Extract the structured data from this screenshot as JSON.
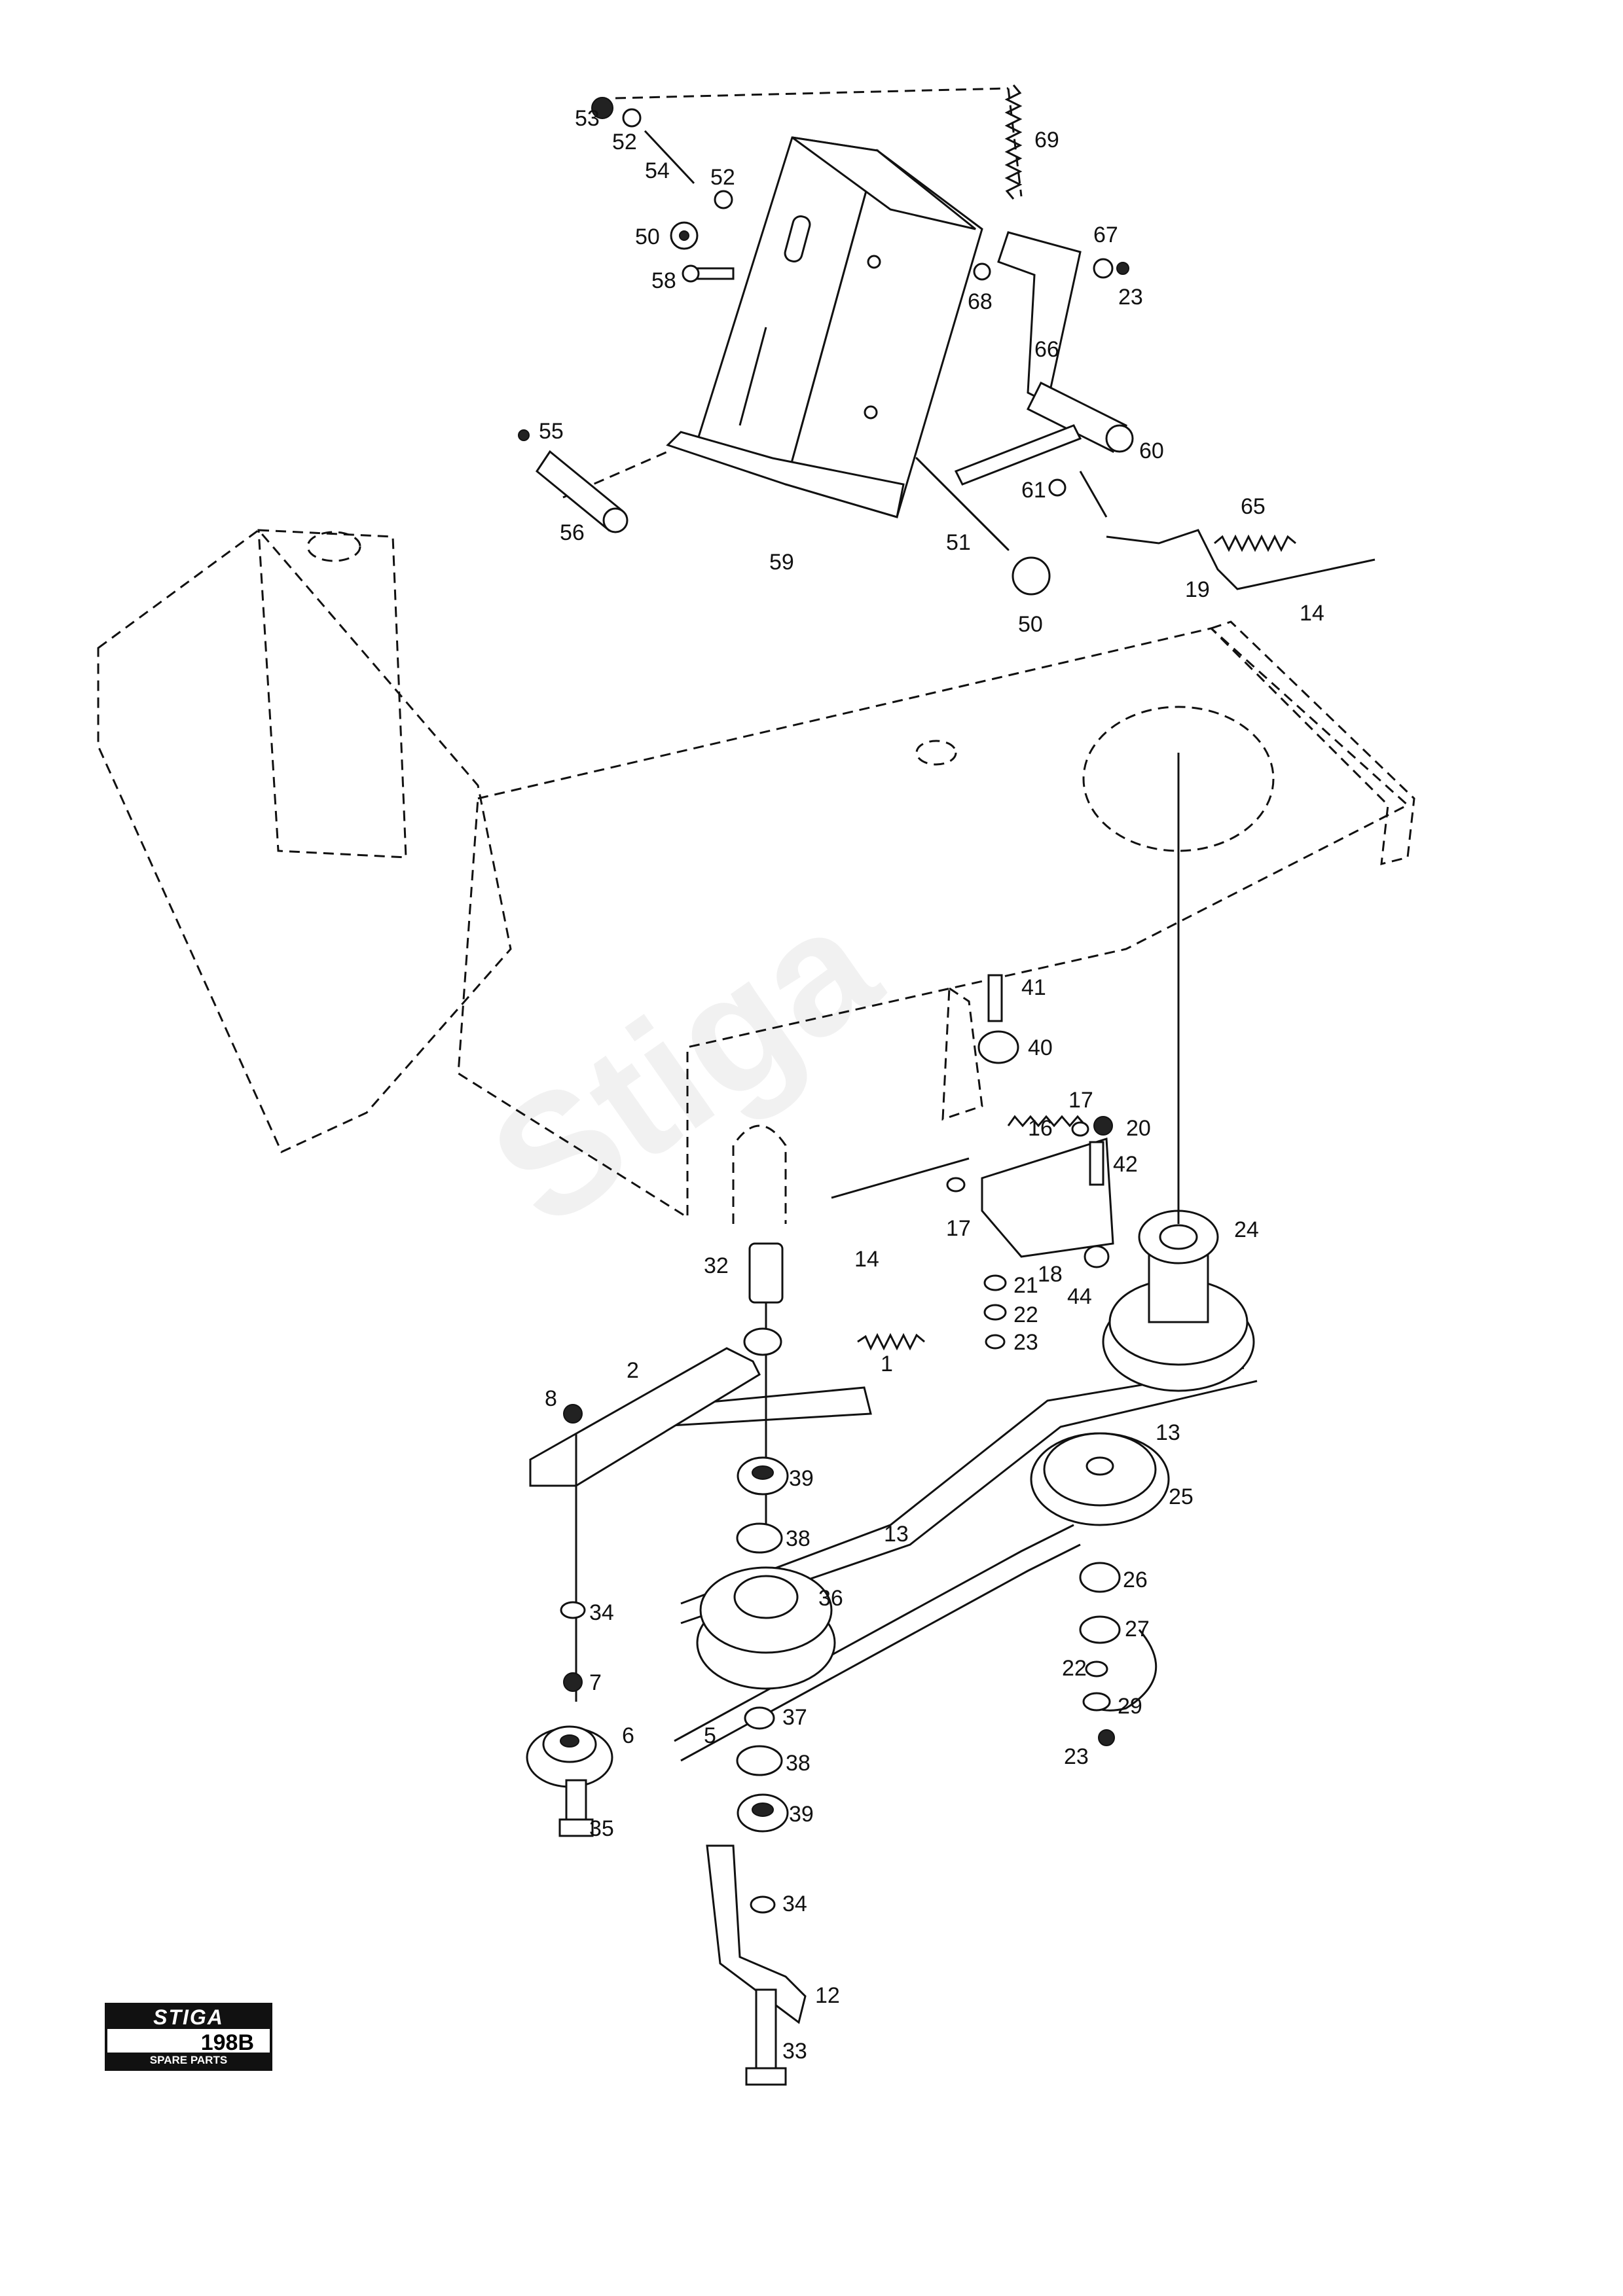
{
  "logo": {
    "brand": "STIGA",
    "model": "198B",
    "subtitle": "SPARE PARTS"
  },
  "watermark": "Stiga",
  "callouts": [
    {
      "id": "c53",
      "text": "53"
    },
    {
      "id": "c52a",
      "text": "52"
    },
    {
      "id": "c54",
      "text": "54"
    },
    {
      "id": "c52b",
      "text": "52"
    },
    {
      "id": "c50a",
      "text": "50"
    },
    {
      "id": "c58",
      "text": "58"
    },
    {
      "id": "c69",
      "text": "69"
    },
    {
      "id": "c67",
      "text": "67"
    },
    {
      "id": "c68",
      "text": "68"
    },
    {
      "id": "c23a",
      "text": "23"
    },
    {
      "id": "c66",
      "text": "66"
    },
    {
      "id": "c60",
      "text": "60"
    },
    {
      "id": "c61",
      "text": "61"
    },
    {
      "id": "c55",
      "text": "55"
    },
    {
      "id": "c56",
      "text": "56"
    },
    {
      "id": "c59",
      "text": "59"
    },
    {
      "id": "c51",
      "text": "51"
    },
    {
      "id": "c50b",
      "text": "50"
    },
    {
      "id": "c65",
      "text": "65"
    },
    {
      "id": "c19",
      "text": "19"
    },
    {
      "id": "c14a",
      "text": "14"
    },
    {
      "id": "c41",
      "text": "41"
    },
    {
      "id": "c40",
      "text": "40"
    },
    {
      "id": "c17a",
      "text": "17"
    },
    {
      "id": "c16",
      "text": "16"
    },
    {
      "id": "c20",
      "text": "20"
    },
    {
      "id": "c42",
      "text": "42"
    },
    {
      "id": "c24",
      "text": "24"
    },
    {
      "id": "c17b",
      "text": "17"
    },
    {
      "id": "c14b",
      "text": "14"
    },
    {
      "id": "c18",
      "text": "18"
    },
    {
      "id": "c44",
      "text": "44"
    },
    {
      "id": "c21",
      "text": "21"
    },
    {
      "id": "c22a",
      "text": "22"
    },
    {
      "id": "c23b",
      "text": "23"
    },
    {
      "id": "c32",
      "text": "32"
    },
    {
      "id": "c1",
      "text": "1"
    },
    {
      "id": "c2",
      "text": "2"
    },
    {
      "id": "c8",
      "text": "8"
    },
    {
      "id": "c13a",
      "text": "13"
    },
    {
      "id": "c25",
      "text": "25"
    },
    {
      "id": "c39a",
      "text": "39"
    },
    {
      "id": "c38a",
      "text": "38"
    },
    {
      "id": "c13b",
      "text": "13"
    },
    {
      "id": "c36",
      "text": "36"
    },
    {
      "id": "c34a",
      "text": "34"
    },
    {
      "id": "c26",
      "text": "26"
    },
    {
      "id": "c27",
      "text": "27"
    },
    {
      "id": "c22b",
      "text": "22"
    },
    {
      "id": "c29",
      "text": "29"
    },
    {
      "id": "c23c",
      "text": "23"
    },
    {
      "id": "c7",
      "text": "7"
    },
    {
      "id": "c6",
      "text": "6"
    },
    {
      "id": "c5",
      "text": "5"
    },
    {
      "id": "c37",
      "text": "37"
    },
    {
      "id": "c38b",
      "text": "38"
    },
    {
      "id": "c39b",
      "text": "39"
    },
    {
      "id": "c35",
      "text": "35"
    },
    {
      "id": "c34b",
      "text": "34"
    },
    {
      "id": "c12",
      "text": "12"
    },
    {
      "id": "c33",
      "text": "33"
    }
  ]
}
